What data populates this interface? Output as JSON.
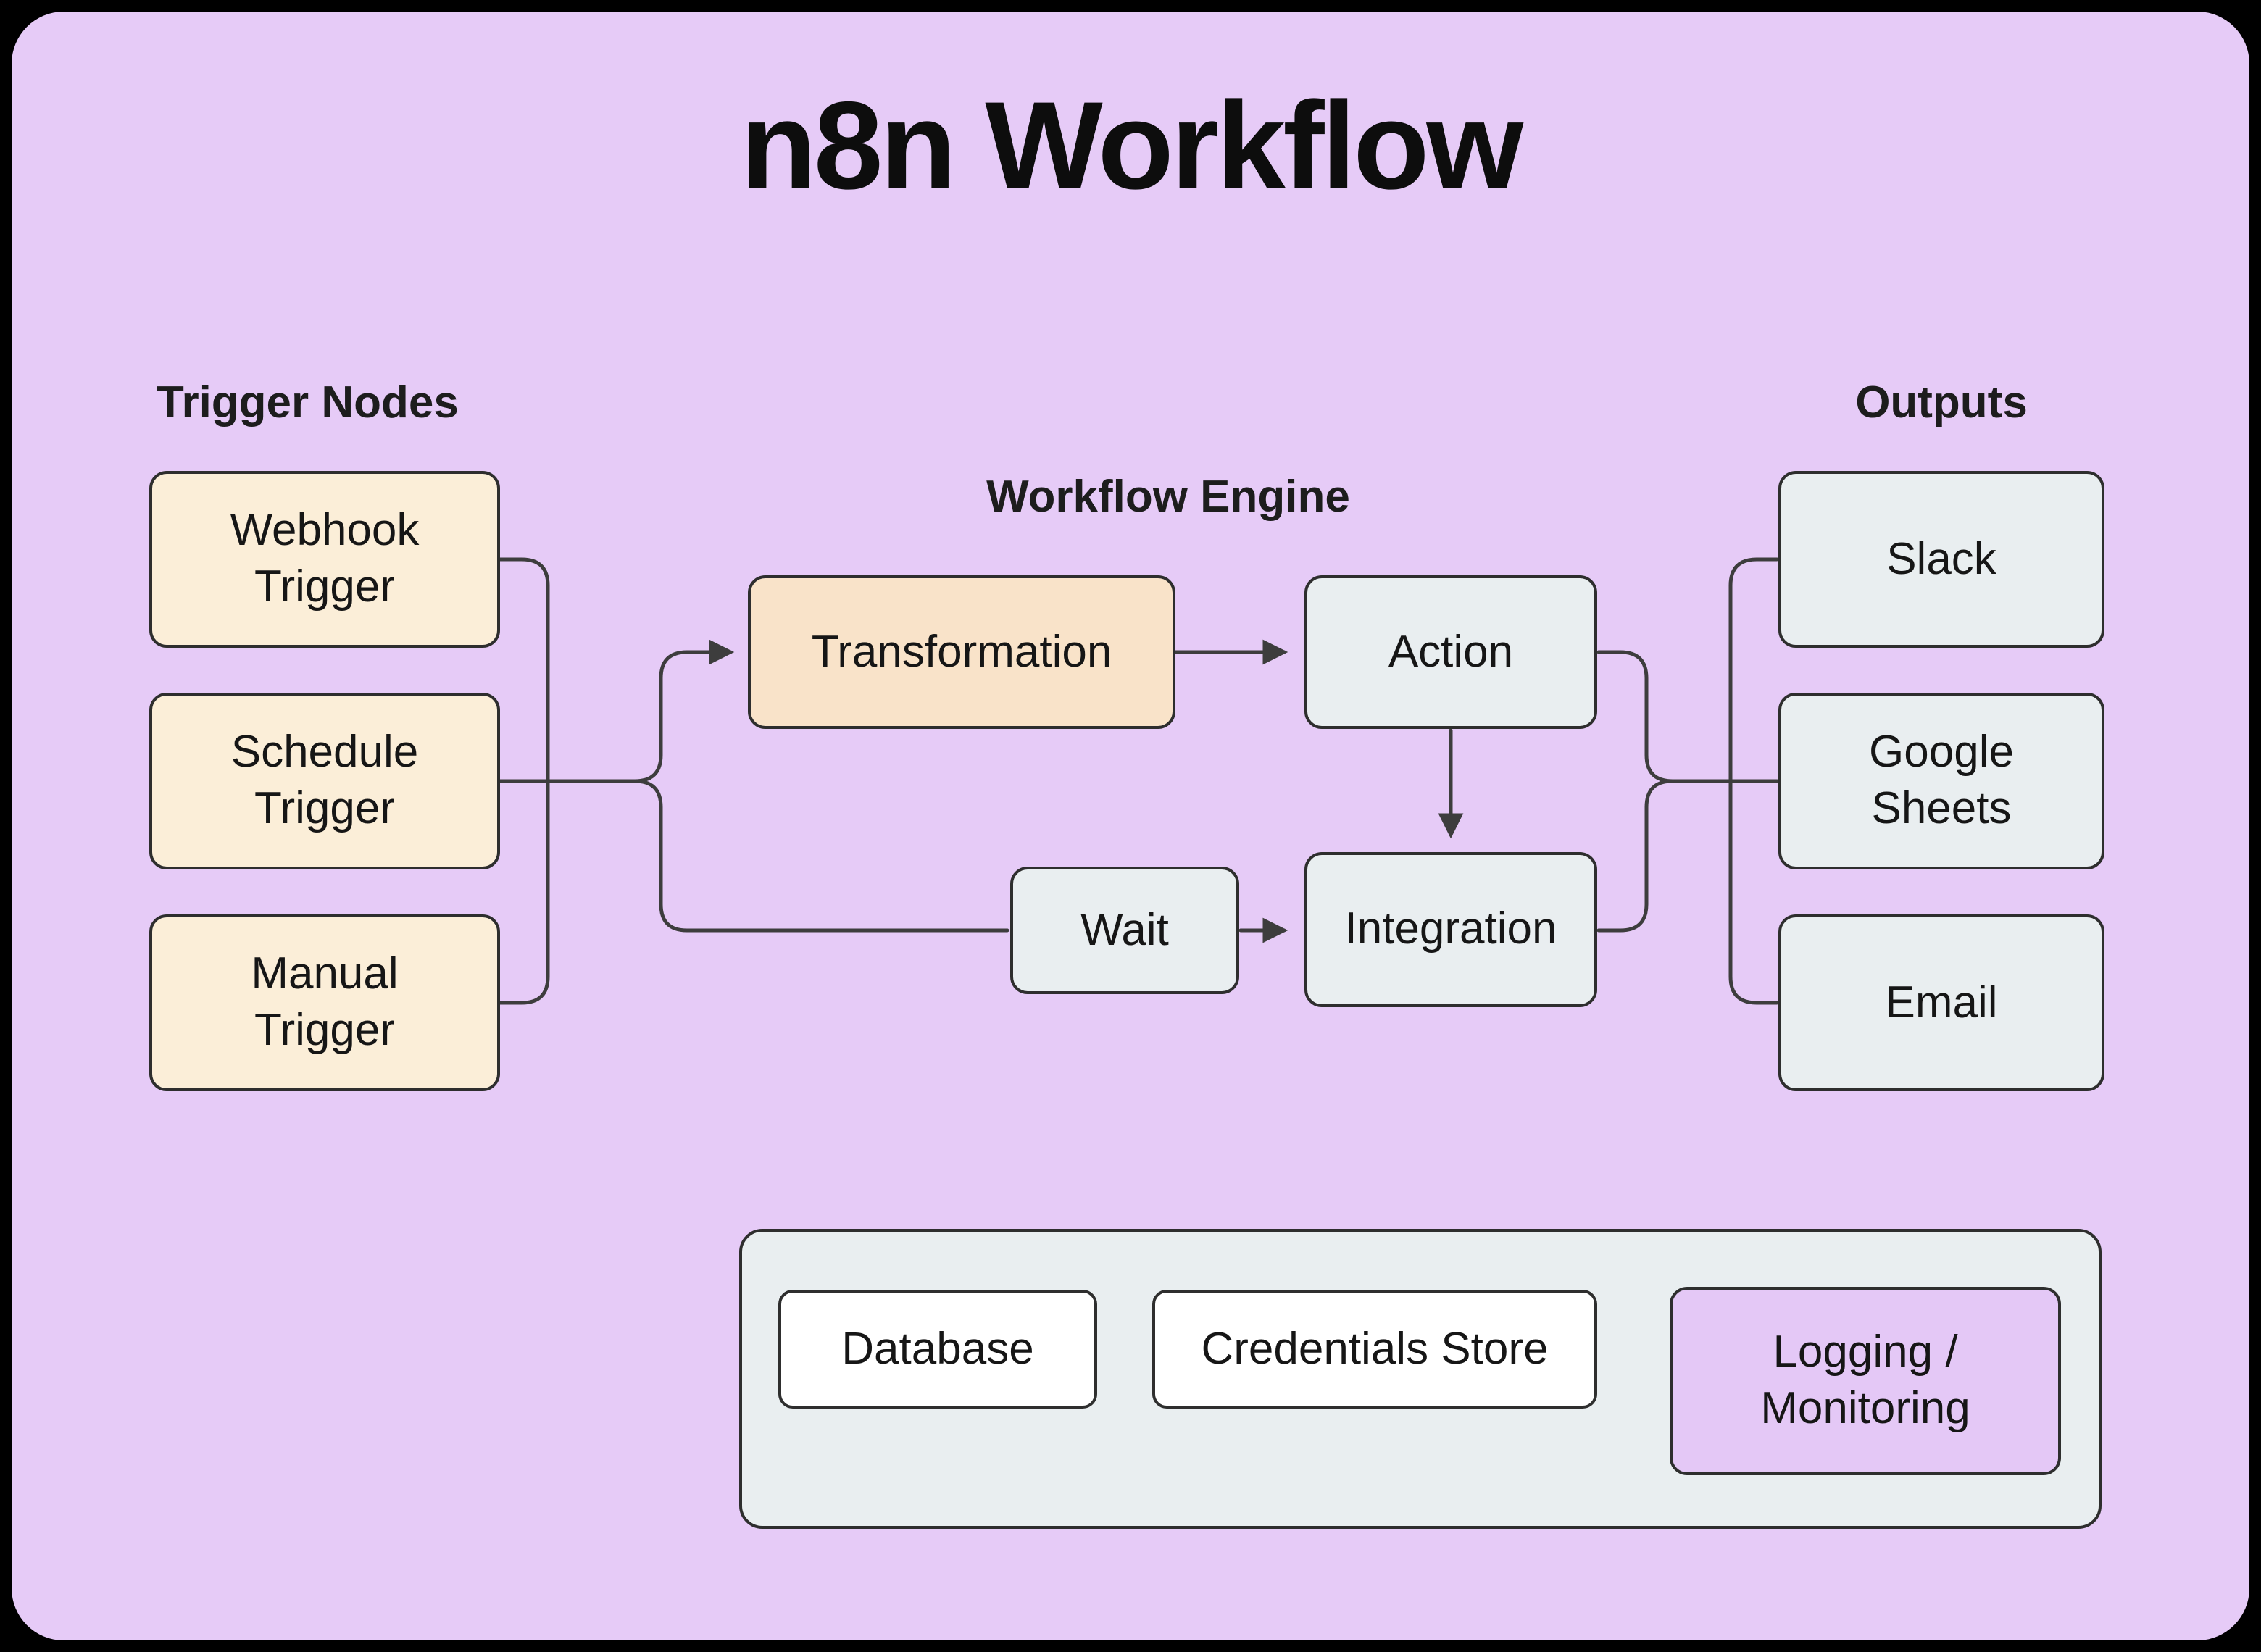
{
  "title": "n8n Workflow",
  "groups": {
    "triggers": {
      "label": "Trigger Nodes",
      "nodes": [
        {
          "label": "Webhook\nTrigger"
        },
        {
          "label": "Schedule\nTrigger"
        },
        {
          "label": "Manual\nTrigger"
        }
      ]
    },
    "engine": {
      "label": "Workflow Engine",
      "nodes": [
        {
          "label": "Transformation"
        },
        {
          "label": "Action"
        },
        {
          "label": "Wait"
        },
        {
          "label": "Integration"
        }
      ]
    },
    "outputs": {
      "label": "Outputs",
      "nodes": [
        {
          "label": "Slack"
        },
        {
          "label": "Google\nSheets"
        },
        {
          "label": "Email"
        }
      ]
    },
    "infrastructure": {
      "nodes": [
        {
          "label": "Database"
        },
        {
          "label": "Credentials Store"
        },
        {
          "label": "Logging /\nMonitoring"
        }
      ]
    }
  },
  "colors": {
    "background": "#e6cbf7",
    "trigger_fill": "#fbeed8",
    "transformation_fill": "#f9e3c9",
    "engine_fill": "#e9eef0",
    "output_fill": "#e9eef0",
    "infra_container_fill": "#e9eef0",
    "infra_node_fill": "#ffffff",
    "logging_fill": "#e4c8f6",
    "border": "#2e2e2e",
    "connector": "#3d3d3d"
  }
}
